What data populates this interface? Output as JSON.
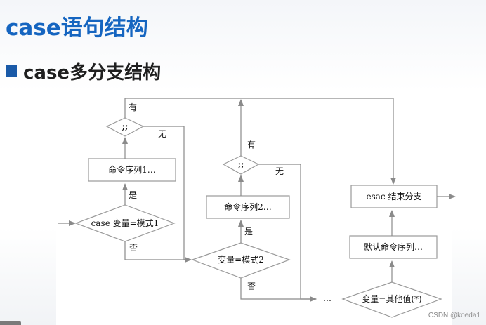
{
  "title": "case语句结构",
  "subtitle": "case多分支结构",
  "watermark": "CSDN @koeda1",
  "colors": {
    "title": "#1565c0",
    "bullet": "#1a5aa8",
    "line": "#8a8a8a"
  },
  "nodes": {
    "case_cond": "case 变量=模式1",
    "cmd1": "命令序列1…",
    "dsemi1": ";;",
    "cond2": "变量=模式2",
    "cmd2": "命令序列2…",
    "dsemi2": ";;",
    "cond_default": "变量=其他值(*)",
    "default_cmd": "默认命令序列…",
    "esac": "esac 结束分支"
  },
  "labels": {
    "yes": "是",
    "no": "否",
    "have": "有",
    "none": "无",
    "ellipsis": "…"
  },
  "icons": [
    "arrow-head"
  ]
}
